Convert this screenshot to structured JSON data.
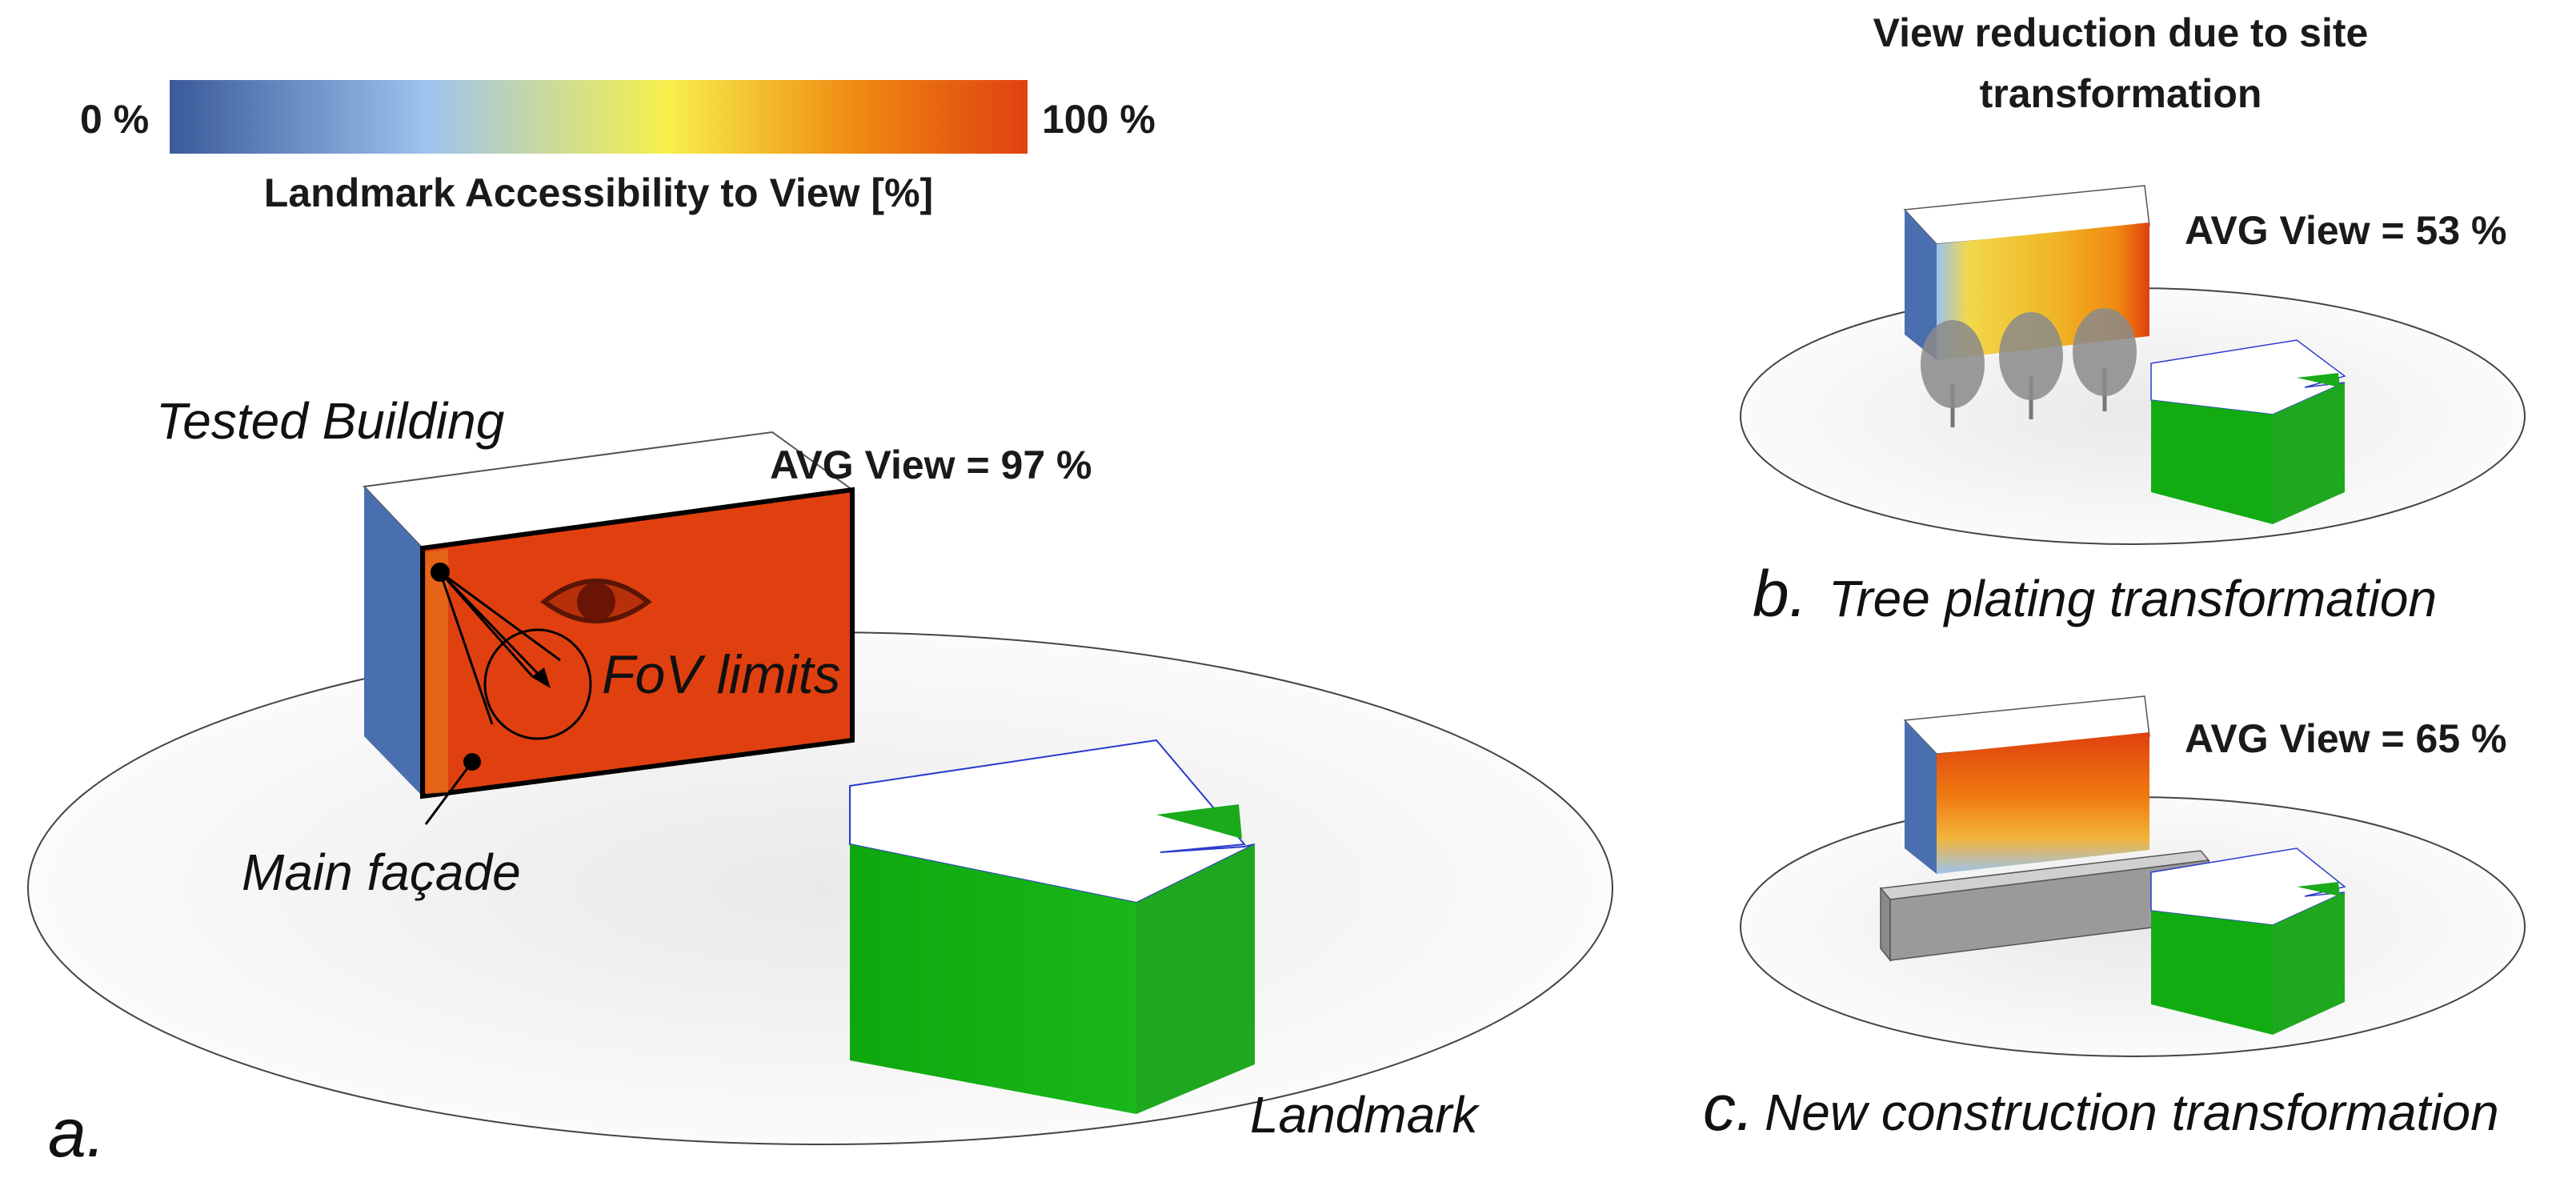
{
  "colorbar": {
    "min_label": "0 %",
    "max_label": "100 %",
    "title": "Landmark Accessibility to View [%]",
    "stops": [
      "#3a5a9a",
      "#9dc3ee",
      "#f7f04c",
      "#ef8a10",
      "#e0400f"
    ]
  },
  "right_title_line1": "View reduction due to site",
  "right_title_line2": "transformation",
  "panel_a": {
    "letter": "a.",
    "tested_building_label": "Tested Building",
    "avg_view": "AVG View = 97 %",
    "fov_label": "FoV limits",
    "facade_label": "Main façade",
    "landmark_label": "Landmark"
  },
  "panel_b": {
    "letter": "b.",
    "caption": "Tree plating transformation",
    "avg_view": "AVG View = 53 %"
  },
  "panel_c": {
    "letter": "c.",
    "caption": "New construction transformation",
    "avg_view": "AVG View = 65 %"
  },
  "colors": {
    "facade_red": "#e0400f",
    "side_blue": "#4a6fae",
    "landmark_green": "#1aaa1a",
    "ground_ellipse": "#f3f3f3",
    "obstacle_grey": "#9a9a9a",
    "tree_grey": "#8a8a8a"
  }
}
